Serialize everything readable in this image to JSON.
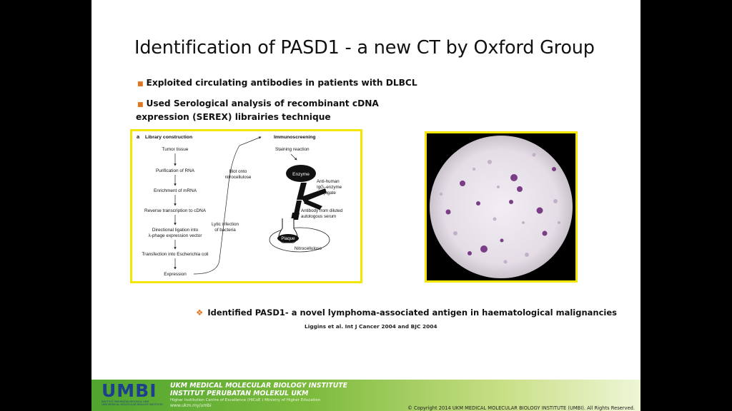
{
  "slide": {
    "title": "Identification of PASD1 - a new CT by Oxford Group",
    "bullets": [
      "Exploited circulating antibodies in patients with DLBCL",
      "Used Serological analysis of recombinant cDNA",
      "expression (SEREX) librairies technique"
    ],
    "finding": "Identified PASD1- a novel lymphoma-associated antigen in haematological malignancies",
    "citation": "Liggins et al. Int J Cancer 2004 and  BJC 2004",
    "bullet_color": "#e0761f",
    "frame_color": "#f3e600"
  },
  "figure": {
    "panel_letter": "a",
    "left_heading": "Library construction",
    "steps": [
      "Tumor tissue",
      "Purification of RNA",
      "Enrichment of mRNA",
      "Reverse transcription to cDNA",
      "Directional ligation into",
      "λ-phage expression vector",
      "Transfection into Escherichia coli",
      "Expression"
    ],
    "middle": [
      "Lytic infection",
      "of bacteria",
      "Blot onto",
      "nitrocellulose"
    ],
    "right_heading": "Immunoscreening",
    "staining": "Staining reaction",
    "enzyme": "Enzyme",
    "anti_human": [
      "Anti-human",
      "IgG–enzyme",
      "conjugate"
    ],
    "antibody": [
      "Antibody from diluted",
      "autologous serum"
    ],
    "plaque": "Plaque",
    "nitrocellulose": "Nitrocellulose"
  },
  "footer": {
    "logo_text": "UMBI",
    "logo_sub1": "INSTITUT PERUBATAN MOLEKUL UKM",
    "logo_sub2": "UKM MEDICAL MOLECULAR BIOLOGY INSTITUTE",
    "name_en": "UKM MEDICAL MOLECULAR BIOLOGY INSTITUTE",
    "name_ms": "INSTITUT PERUBATAN MOLEKUL UKM",
    "hicoe": "Higher Institution Centre of Excellence (HICoE ) Ministry of Higher Education",
    "url": "www.ukm.my/umbi",
    "copyright": "© Copyright 2014 UKM MEDICAL MOLECULAR BIOLOGY INSTITUTE (UMBI). All Rights Reserved."
  }
}
